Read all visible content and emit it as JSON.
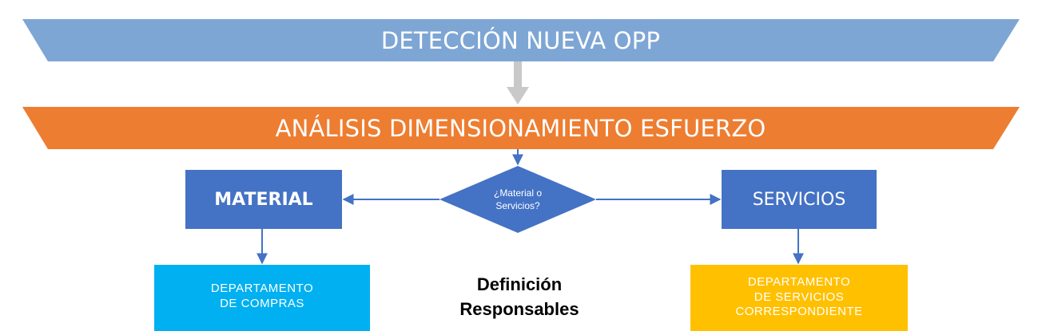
{
  "banners": {
    "detection": {
      "label": "DETECCIÓN NUEVA OPP"
    },
    "analysis": {
      "label": "ANÁLISIS DIMENSIONAMIENTO ESFUERZO"
    }
  },
  "decision": {
    "line1": "¿Material o",
    "line2": "Servicios?"
  },
  "boxes": {
    "material": {
      "label": "MATERIAL"
    },
    "servicios": {
      "label": "SERVICIOS"
    }
  },
  "departments": {
    "compras": {
      "line1": "DEPARTAMENTO",
      "line2": "DE COMPRAS"
    },
    "servicios": {
      "line1": "DEPARTAMENTO",
      "line2": "DE SERVICIOS",
      "line3": "CORRESPONDIENTE"
    }
  },
  "definicion": {
    "line1": "Definición",
    "line2": "Responsables"
  },
  "colors": {
    "detection_banner": "#7ea6d4",
    "analysis_banner": "#ed7d31",
    "blue_box": "#4472c4",
    "compras_box": "#00b0f0",
    "servicios_box": "#ffc000",
    "gray_arrow": "#c9c9c9",
    "blue_arrow": "#4472c4"
  }
}
